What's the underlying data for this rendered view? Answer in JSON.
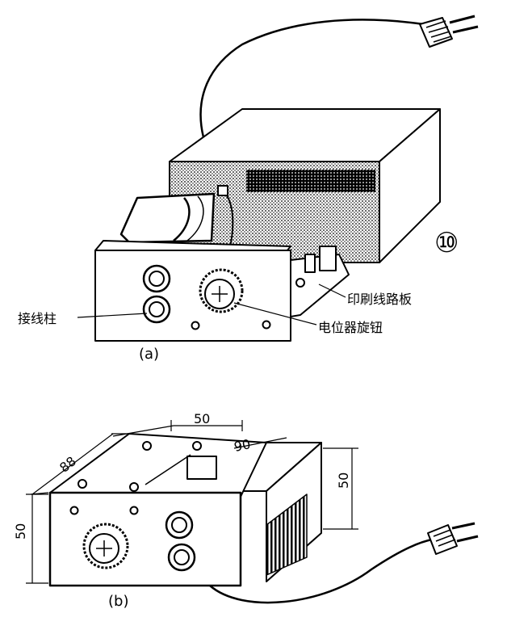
{
  "figure_number": "⑩",
  "part_a": {
    "caption": "(a)",
    "labels": {
      "binding_post": "接线柱",
      "pcb": "印刷线路板",
      "potentiometer_knob": "电位器旋钮"
    }
  },
  "part_b": {
    "caption": "(b)",
    "dimensions": {
      "depth": "88",
      "top_width": "50",
      "length": "90",
      "height_left": "50",
      "height_right": "50"
    }
  }
}
